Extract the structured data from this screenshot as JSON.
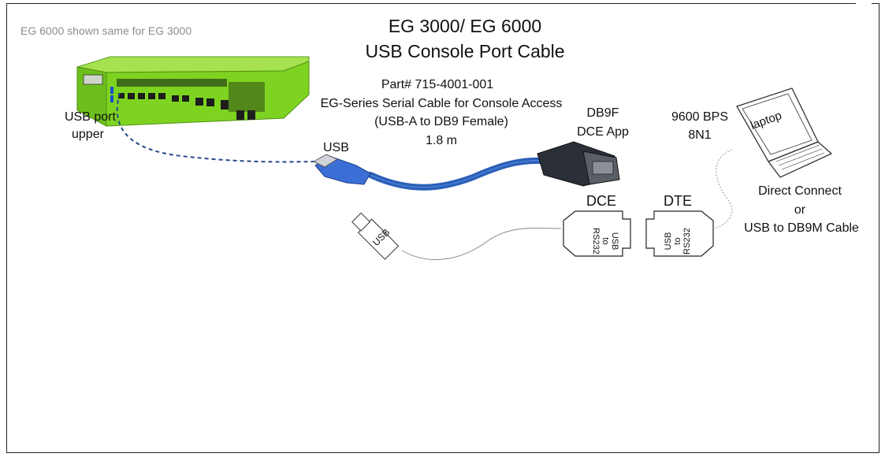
{
  "title": {
    "line1": "EG 3000/ EG 6000",
    "line2": "USB Console Port Cable"
  },
  "device_caption": "EG 6000 shown same for EG 3000",
  "part": {
    "number": "Part# 715-4001-001",
    "description": "EG-Series Serial Cable for Console Access",
    "connectors": "(USB-A to DB9 Female)",
    "length": "1.8 m"
  },
  "labels": {
    "usb_port": "USB port",
    "usb_port_position": "upper",
    "usb_plug": "USB",
    "db9f": "DB9F",
    "dce_app": "DCE App",
    "dce": "DCE",
    "dte": "DTE",
    "baud": "9600 BPS",
    "framing": "8N1",
    "laptop": "laptop",
    "direct_connect": "Direct Connect",
    "or": "or",
    "usb_db9m_cable": "USB to DB9M Cable",
    "small_usb": "USB",
    "adapter_usb": "USB",
    "adapter_to": "to",
    "adapter_rs232": "RS232"
  },
  "colors": {
    "device_green": "#7ed321",
    "cable_blue": "#2a5fb8",
    "usb_plug_blue": "#3b6fd6",
    "connector_dark": "#2b2f38"
  }
}
